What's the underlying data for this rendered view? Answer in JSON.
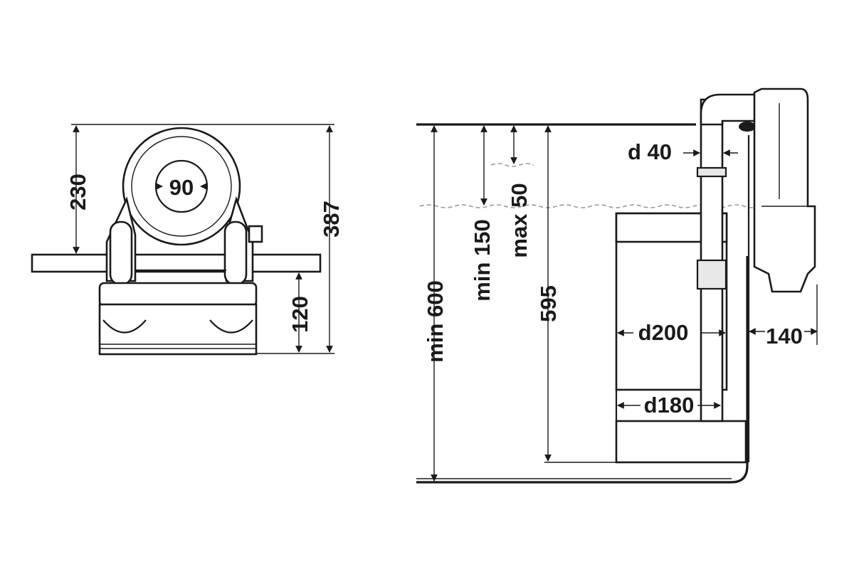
{
  "front_view": {
    "height_total": "230",
    "diameter_outlet": "90",
    "height_overall": "387",
    "height_base": "120"
  },
  "side_view": {
    "tank_height_min": "min 600",
    "water_level_min": "min 150",
    "water_level_max": "max 50",
    "pump_height": "595",
    "pipe_diameter": "d 40",
    "body_diameter": "d200",
    "base_diameter": "d180",
    "width": "140"
  }
}
